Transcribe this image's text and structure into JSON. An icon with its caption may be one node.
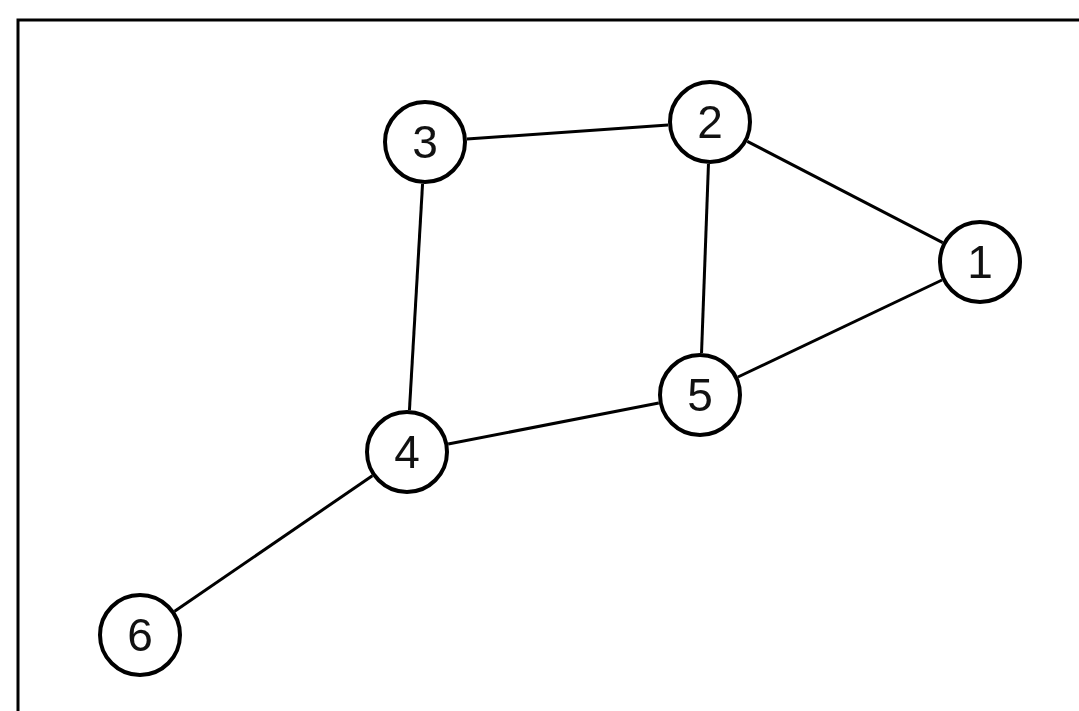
{
  "diagram": {
    "nodes": [
      {
        "text": [
          "1"
        ]
      },
      {
        "text": [
          "2"
        ]
      },
      {
        "text": [
          "3"
        ]
      },
      {
        "text": [
          "4"
        ]
      },
      {
        "text": [
          "5"
        ]
      },
      {
        "text": [
          "6"
        ]
      }
    ],
    "edges": [
      {
        "from": 2,
        "to": 1,
        "arrow": "none"
      },
      {
        "from": 1,
        "to": 0,
        "arrow": "none"
      },
      {
        "from": 1,
        "to": 4,
        "arrow": "none"
      },
      {
        "from": 2,
        "to": 3,
        "arrow": "none"
      },
      {
        "from": 0,
        "to": 4,
        "arrow": "none"
      },
      {
        "from": 4,
        "to": 3,
        "arrow": "none"
      },
      {
        "from": 3,
        "to": 5,
        "arrow": "none"
      }
    ]
  }
}
